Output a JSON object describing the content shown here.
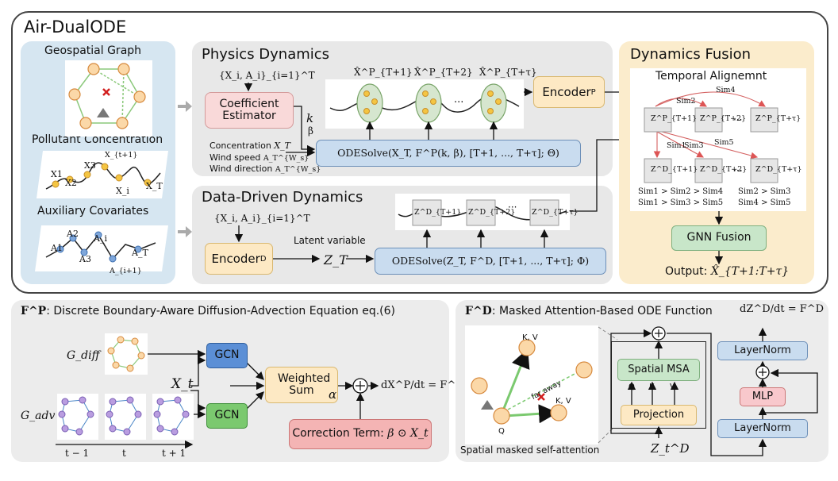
{
  "main_title": "Air-DualODE",
  "left": {
    "geo_title": "Geospatial Graph",
    "pollutant_title": "Pollutant Concentration",
    "pollutant_labels": [
      "X1",
      "X2",
      "X3",
      "X_{t+1}",
      "X_i",
      "X_T"
    ],
    "aux_title": "Auxiliary Covariates",
    "aux_labels": [
      "A1",
      "A2",
      "A3",
      "A_i",
      "A_{i+1}",
      "A_T"
    ]
  },
  "physics": {
    "title": "Physics Dynamics",
    "input_set": "{X_i, A_i}_{i=1}^T",
    "coef_estimator": "Coefficient Estimator",
    "k_label": "k",
    "beta_label": "β",
    "conc_label": "Concentration",
    "conc_sym": "X_T",
    "wind_speed_label": "Wind speed",
    "wind_speed_sym": "A_T^{W_s}",
    "wind_dir_label": "Wind direction",
    "wind_dir_sym": "A_T^{W_s}",
    "odesolve": "ODESolve(X_T, F^P(k, β), [T+1, ..., T+τ]; Θ)",
    "x_hats": [
      "X̂^P_{T+1}",
      "X̂^P_{T+2}",
      "X̂^P_{T+τ}"
    ],
    "dots": "···",
    "encoder": "Encoder",
    "encoder_sub": "P"
  },
  "data_driven": {
    "title": "Data-Driven Dynamics",
    "input_set": "{X_i, A_i}_{i=1}^T",
    "encoder": "Encoder",
    "encoder_sub": "D",
    "latent_label": "Latent variable",
    "z_t": "Z_T",
    "odesolve": "ODESolve(Z_T, F^D, [T+1, ..., T+τ]; Φ)",
    "z_boxes": [
      "Z^D_{T+1}",
      "Z^D_{T+2}",
      "Z^D_{T+τ}"
    ],
    "dots": "···"
  },
  "fusion": {
    "title": "Dynamics Fusion",
    "temporal_title": "Temporal Alignemnt",
    "top_boxes": [
      "Z^P_{T+1}",
      "Z^P_{T+2}",
      "Z^P_{T+τ}"
    ],
    "bottom_boxes": [
      "Z^D_{T+1}",
      "Z^D_{T+2}",
      "Z^D_{T+τ}"
    ],
    "sims": [
      "Sim2",
      "Sim4",
      "Sim1",
      "Sim3",
      "Sim5"
    ],
    "inequalities": [
      "Sim1 > Sim2 > Sim4",
      "Sim2 > Sim3",
      "Sim1 > Sim3 > Sim5",
      "Sim4 > Sim5"
    ],
    "gnn": "GNN Fusion",
    "output_label": "Output:",
    "output_sym": "X̂_{T+1:T+τ}",
    "dots": "···"
  },
  "fp_panel": {
    "title_sym": "F^P",
    "title_text": ": Discrete Boundary-Aware Diffusion-Advection Equation eq.(6)",
    "g_diff": "G_diff",
    "g_adv": "G_adv",
    "x_t": "X_t",
    "gcn1": "GCN",
    "gcn2": "GCN",
    "weighted_sum": "Weighted Sum",
    "alpha": "α",
    "dxp": "dX^P/dt = F^P",
    "correction": "Correction Term:",
    "correction_sym": "β ⊙ X_t",
    "time_labels": [
      "t − 1",
      "t",
      "t + 1"
    ]
  },
  "fd_panel": {
    "title_sym": "F^D",
    "title_text": ": Masked Attention-Based ODE Function",
    "dzd": "dZ^D/dt = F^D",
    "kv1": "K, V",
    "kv2": "K, V",
    "far_away": "far away",
    "q_label": "Q",
    "caption": "Spatial masked self-attention",
    "spatial_msa": "Spatial MSA",
    "q": "Q",
    "k": "K",
    "v": "V",
    "projection": "Projection",
    "z_in": "Z_t^D",
    "layernorm1": "LayerNorm",
    "mlp": "MLP",
    "layernorm2": "LayerNorm"
  },
  "colors": {
    "left_panel": "#d6e6f1",
    "physics_panel": "#e8e8e8",
    "fusion_panel": "#fbeccc",
    "coef_box": "#f9d9d9",
    "ode_box": "#c9dcef",
    "encoder_box": "#fde9c4",
    "gcn_blue": "#5b8fd6",
    "gcn_green": "#7bc96f",
    "correction": "#f4b4b4",
    "gnn": "#c8e6c9",
    "mlp": "#f8c8cc",
    "layernorm": "#c9dcef"
  }
}
